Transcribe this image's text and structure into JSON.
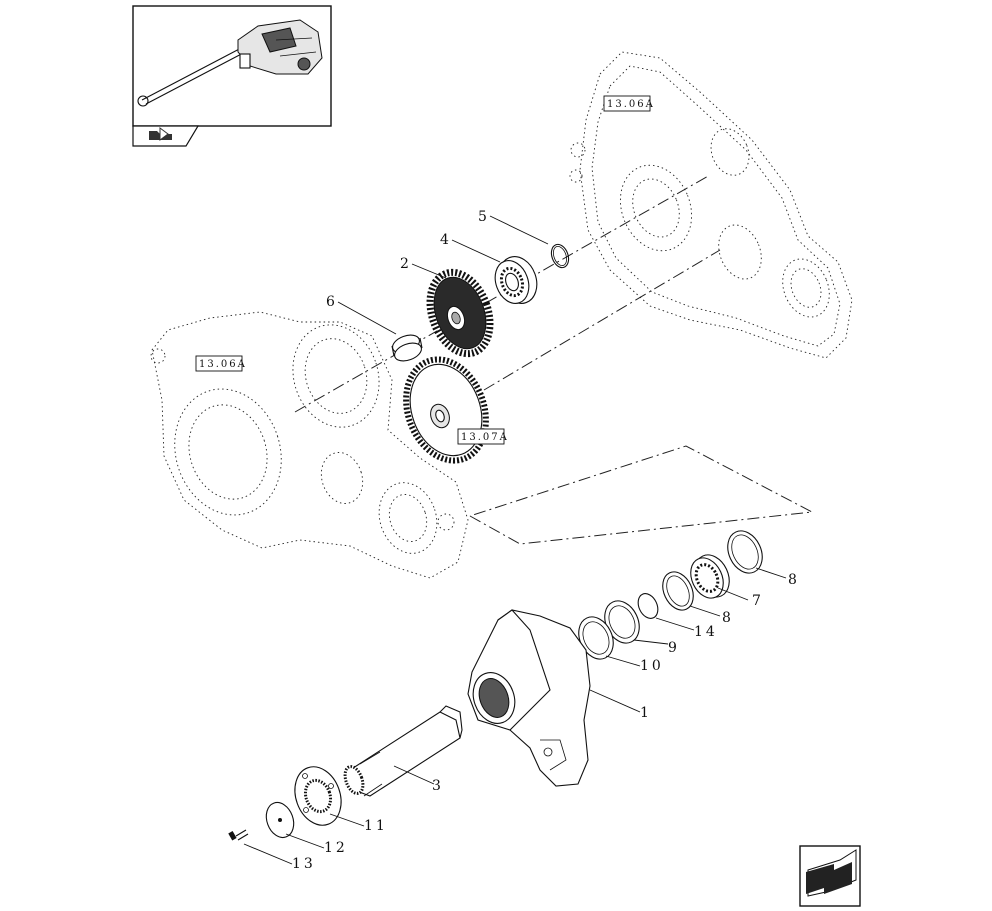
{
  "thumbnail": {
    "icon": "pto-assembly-thumbnail"
  },
  "thumbnail_tab": {
    "icon": "folder-arrow-icon"
  },
  "nav_button": {
    "icon": "arrow-back-icon"
  },
  "reference_labels": [
    "13.06A",
    "13.06A",
    "13.07A"
  ],
  "callouts": [
    "1",
    "2",
    "3",
    "4",
    "5",
    "6",
    "7",
    "8",
    "8",
    "9",
    "10",
    "11",
    "12",
    "13",
    "14"
  ]
}
